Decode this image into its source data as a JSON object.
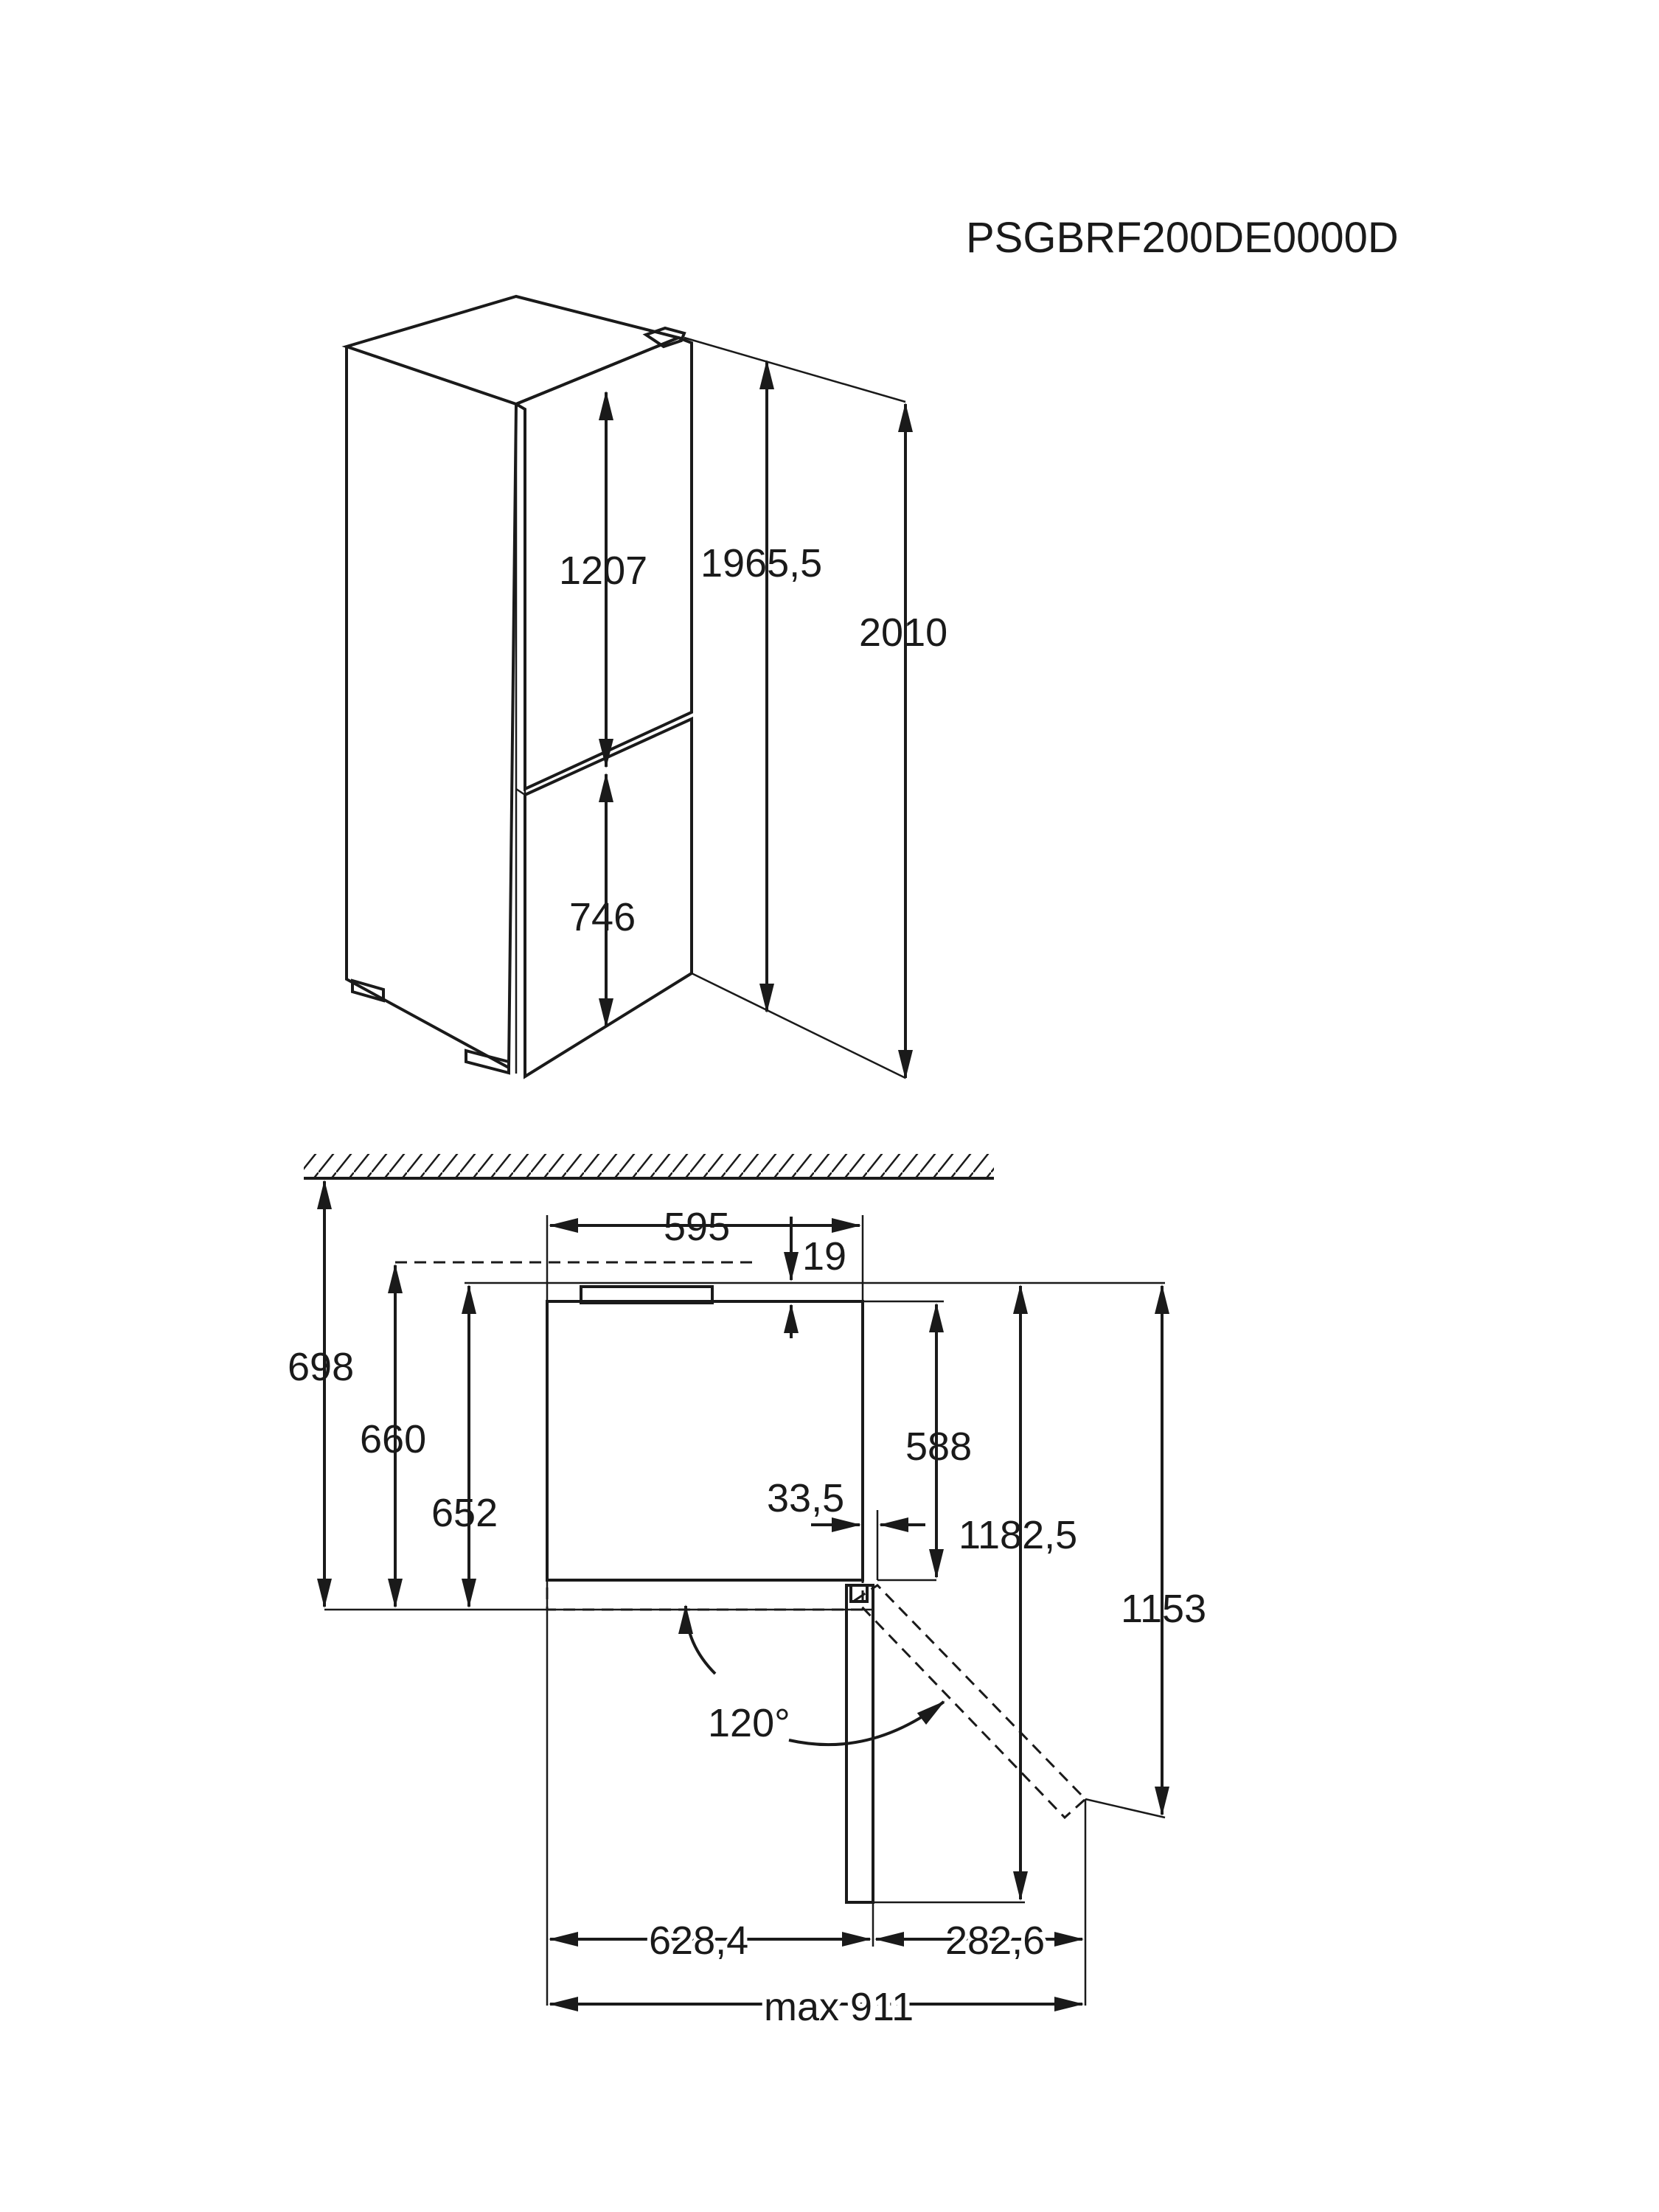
{
  "model_code": "PSGBRF200DE0000D",
  "elevation_view": {
    "fridge_door_height": "1207",
    "body_height": "1965,5",
    "total_height": "2010",
    "freezer_door_height": "746"
  },
  "plan_view": {
    "width": "595",
    "top_offset": "19",
    "depth_to_wall": "698",
    "depth_660": "660",
    "depth_652": "652",
    "body_depth": "588",
    "door_offset": "33,5",
    "door_open_depth": "1182,5",
    "swing_depth": "1153",
    "door_angle": "120°",
    "open_width": "628,4",
    "door_swing_width": "282,6",
    "max_width": "max 911"
  },
  "colors": {
    "line": "#1a1a1a",
    "background": "#ffffff"
  }
}
